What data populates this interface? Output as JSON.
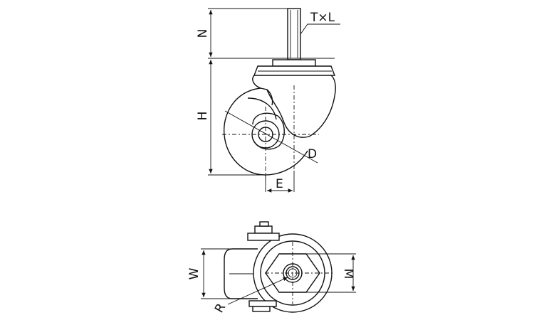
{
  "labels": {
    "thread": "T×L",
    "n": "N",
    "h": "H",
    "d": "D",
    "e": "E",
    "w": "W",
    "m": "M",
    "r": "R"
  }
}
